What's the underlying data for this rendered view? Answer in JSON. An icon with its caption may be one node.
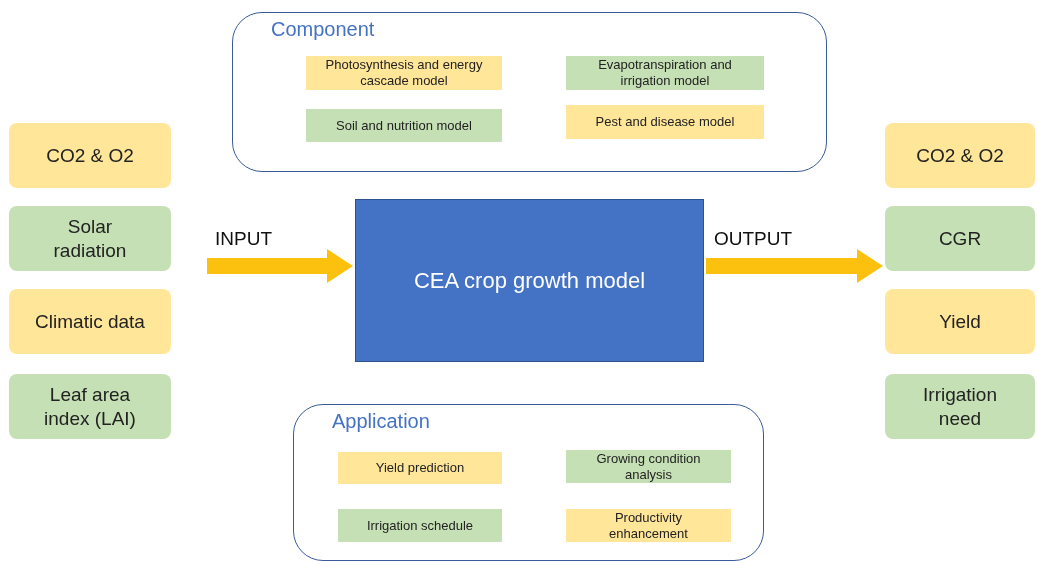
{
  "diagram": {
    "nodes": [
      {
        "text": [
          "Component"
        ]
      },
      {
        "text": [
          "Photosynthesis and energy cascade model"
        ],
        "in": 0
      },
      {
        "text": [
          "Evapotranspiration and irrigation model"
        ],
        "in": 0
      },
      {
        "text": [
          "Soil and nutrition model"
        ],
        "in": 0
      },
      {
        "text": [
          "Pest and disease model"
        ],
        "in": 0
      },
      {
        "text": [
          "CO2 & O2"
        ]
      },
      {
        "text": [
          "Solar radiation"
        ]
      },
      {
        "text": [
          "Climatic data"
        ]
      },
      {
        "text": [
          "Leaf area index (LAI)"
        ]
      },
      {
        "text": [
          "CEA crop growth model"
        ]
      },
      {
        "text": [
          "CO2 & O2"
        ]
      },
      {
        "text": [
          "CGR"
        ]
      },
      {
        "text": [
          "Yield"
        ]
      },
      {
        "text": [
          "Irrigation need"
        ]
      },
      {
        "text": [
          "Application"
        ]
      },
      {
        "text": [
          "Yield prediction"
        ],
        "in": 14
      },
      {
        "text": [
          "Growing condition analysis"
        ],
        "in": 14
      },
      {
        "text": [
          "Irrigation schedule"
        ],
        "in": 14
      },
      {
        "text": [
          "Productivity enhancement"
        ],
        "in": 14
      }
    ],
    "edges": [
      {
        "from": null,
        "to": 9,
        "arrow": "to",
        "label": "INPUT"
      },
      {
        "from": 9,
        "to": 11,
        "arrow": "to",
        "label": "OUTPUT"
      }
    ]
  }
}
